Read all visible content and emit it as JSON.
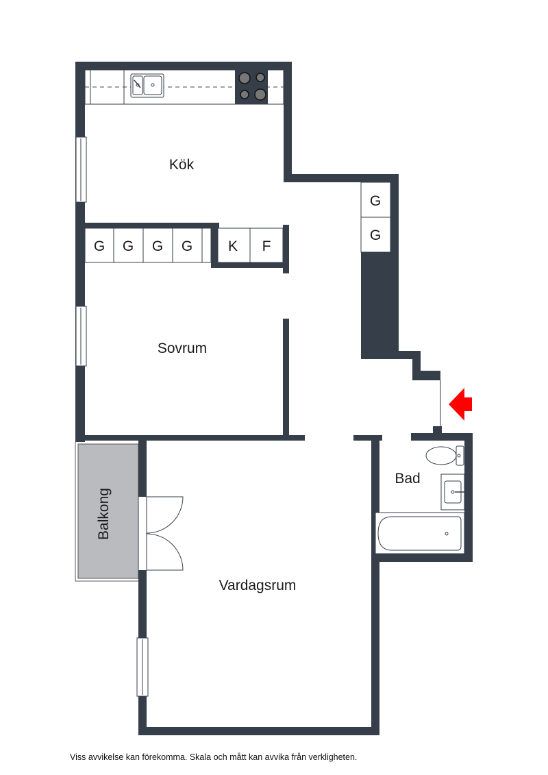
{
  "rooms": {
    "kitchen": "Kök",
    "bedroom": "Sovrum",
    "living": "Vardagsrum",
    "bath": "Bad",
    "balcony": "Balkong"
  },
  "closets": {
    "bedroom_row": [
      "G",
      "G",
      "G",
      "G"
    ],
    "kf": [
      "K",
      "F"
    ],
    "hall": [
      "G",
      "G"
    ]
  },
  "colors": {
    "wall": "#353e49",
    "balcony": "#b9bbbe",
    "entrance_arrow": "#ff0000"
  },
  "icons": {
    "entrance": "entrance-arrow-icon"
  },
  "footer": "Viss avvikelse kan förekomma. Skala och mått kan avvika från verkligheten."
}
